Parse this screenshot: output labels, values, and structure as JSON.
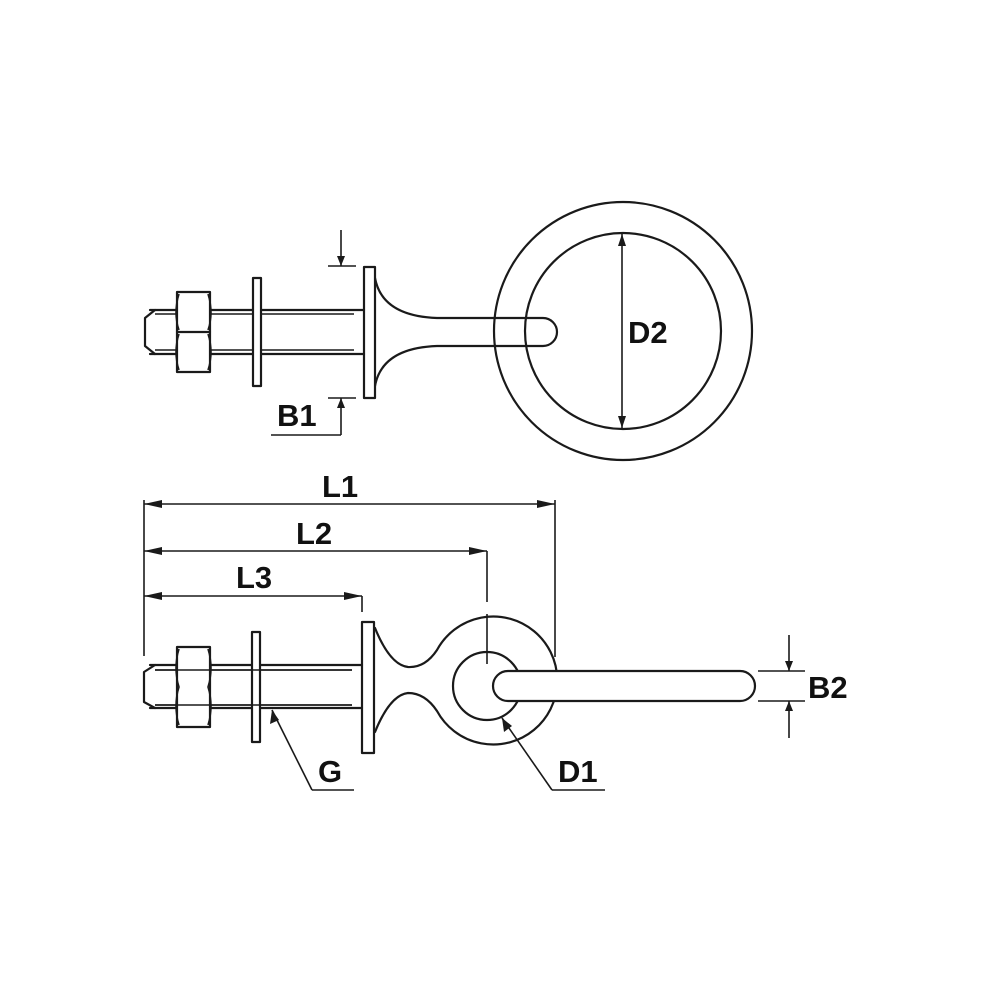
{
  "drawing": {
    "title": "Eye bolt with ring, nut and washer – technical dimension drawing",
    "views": [
      {
        "name": "top-view",
        "description": "Eye bolt with large ring, threaded shank, double nut and washer"
      },
      {
        "name": "side-view",
        "description": "Eye bolt side profile with ring edge-on, nut and washer"
      }
    ],
    "labels": {
      "b1": "B1",
      "d2": "D2",
      "l1": "L1",
      "l2": "L2",
      "l3": "L3",
      "g": "G",
      "d1": "D1",
      "b2": "B2"
    },
    "colors": {
      "line": "#1a1a1a",
      "background": "#ffffff"
    }
  }
}
